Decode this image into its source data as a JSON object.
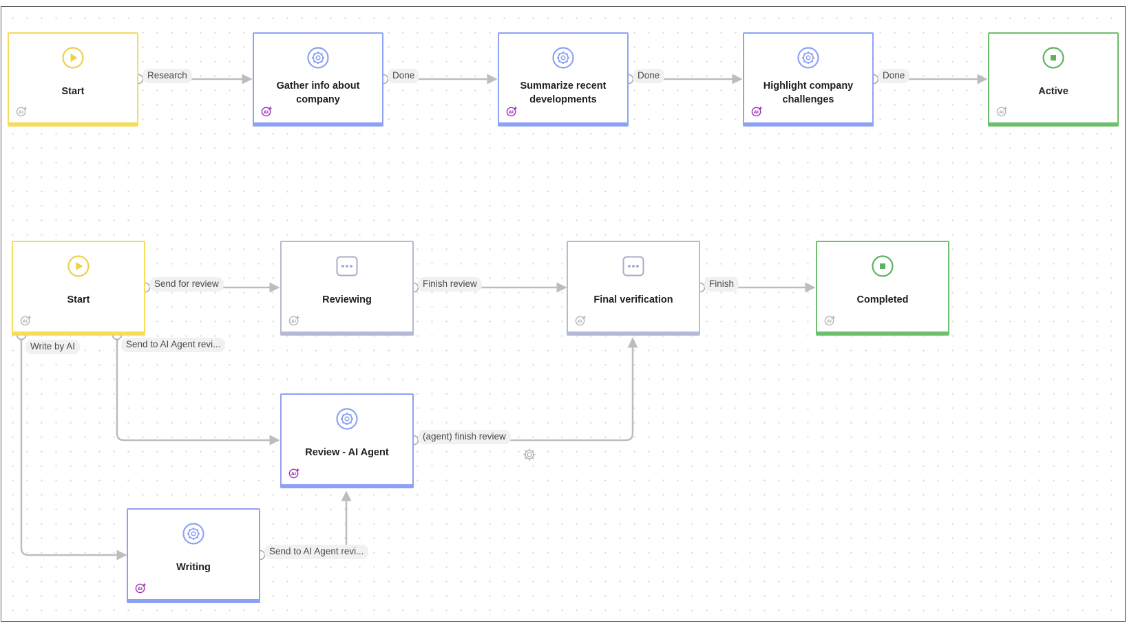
{
  "nodes": {
    "start1": {
      "title": "Start"
    },
    "gather": {
      "title_line1": "Gather info about",
      "title_line2": "company"
    },
    "summarize": {
      "title_line1": "Summarize recent",
      "title_line2": "developments"
    },
    "highlight": {
      "title_line1": "Highlight company",
      "title_line2": "challenges"
    },
    "active": {
      "title": "Active"
    },
    "start2": {
      "title": "Start"
    },
    "reviewing": {
      "title": "Reviewing"
    },
    "final": {
      "title": "Final verification"
    },
    "completed": {
      "title": "Completed"
    },
    "review_agent": {
      "title": "Review - AI Agent"
    },
    "writing": {
      "title": "Writing"
    }
  },
  "edges": {
    "research": "Research",
    "done1": "Done",
    "done2": "Done",
    "done3": "Done",
    "send_review": "Send for review",
    "finish_review": "Finish review",
    "finish": "Finish",
    "write_ai": "Write by AI",
    "send_agent1": "Send to AI Agent revi...",
    "agent_finish": "(agent) finish review",
    "send_agent2": "Send to AI Agent revi..."
  },
  "icons": {
    "start": "play-icon",
    "end": "stop-icon",
    "task": "gear-icon",
    "manual": "dots-icon",
    "badge": "ai-badge-icon"
  },
  "colors": {
    "start_border": "#f5dc5a",
    "task_border": "#8ea2f5",
    "manual_border": "#b3b9d6",
    "end_border": "#6cbf6c",
    "ai_badge": "#9b2fb8",
    "edge": "#bdbdbd"
  }
}
